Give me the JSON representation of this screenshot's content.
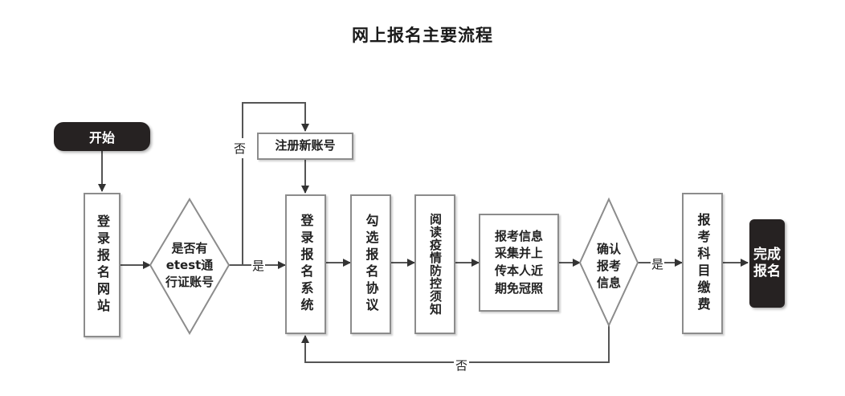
{
  "title": "网上报名主要流程",
  "nodes": {
    "start": "开始",
    "login_site": "登录报名网站",
    "has_etest": "是否有etest通行证账号",
    "register": "注册新账号",
    "login_system": "登录报名系统",
    "check_agreement": "勾选报名协议",
    "read_notice": "阅读疫情防控须知",
    "collect_photo": "报考信息采集并上传本人近期免冠照",
    "confirm_info": "确认报考信息",
    "pay_fee": "报考科目缴费",
    "finish": "完成报名"
  },
  "edge_labels": {
    "etest_yes": "是",
    "etest_no": "否",
    "confirm_yes": "是",
    "confirm_no": "否"
  }
}
